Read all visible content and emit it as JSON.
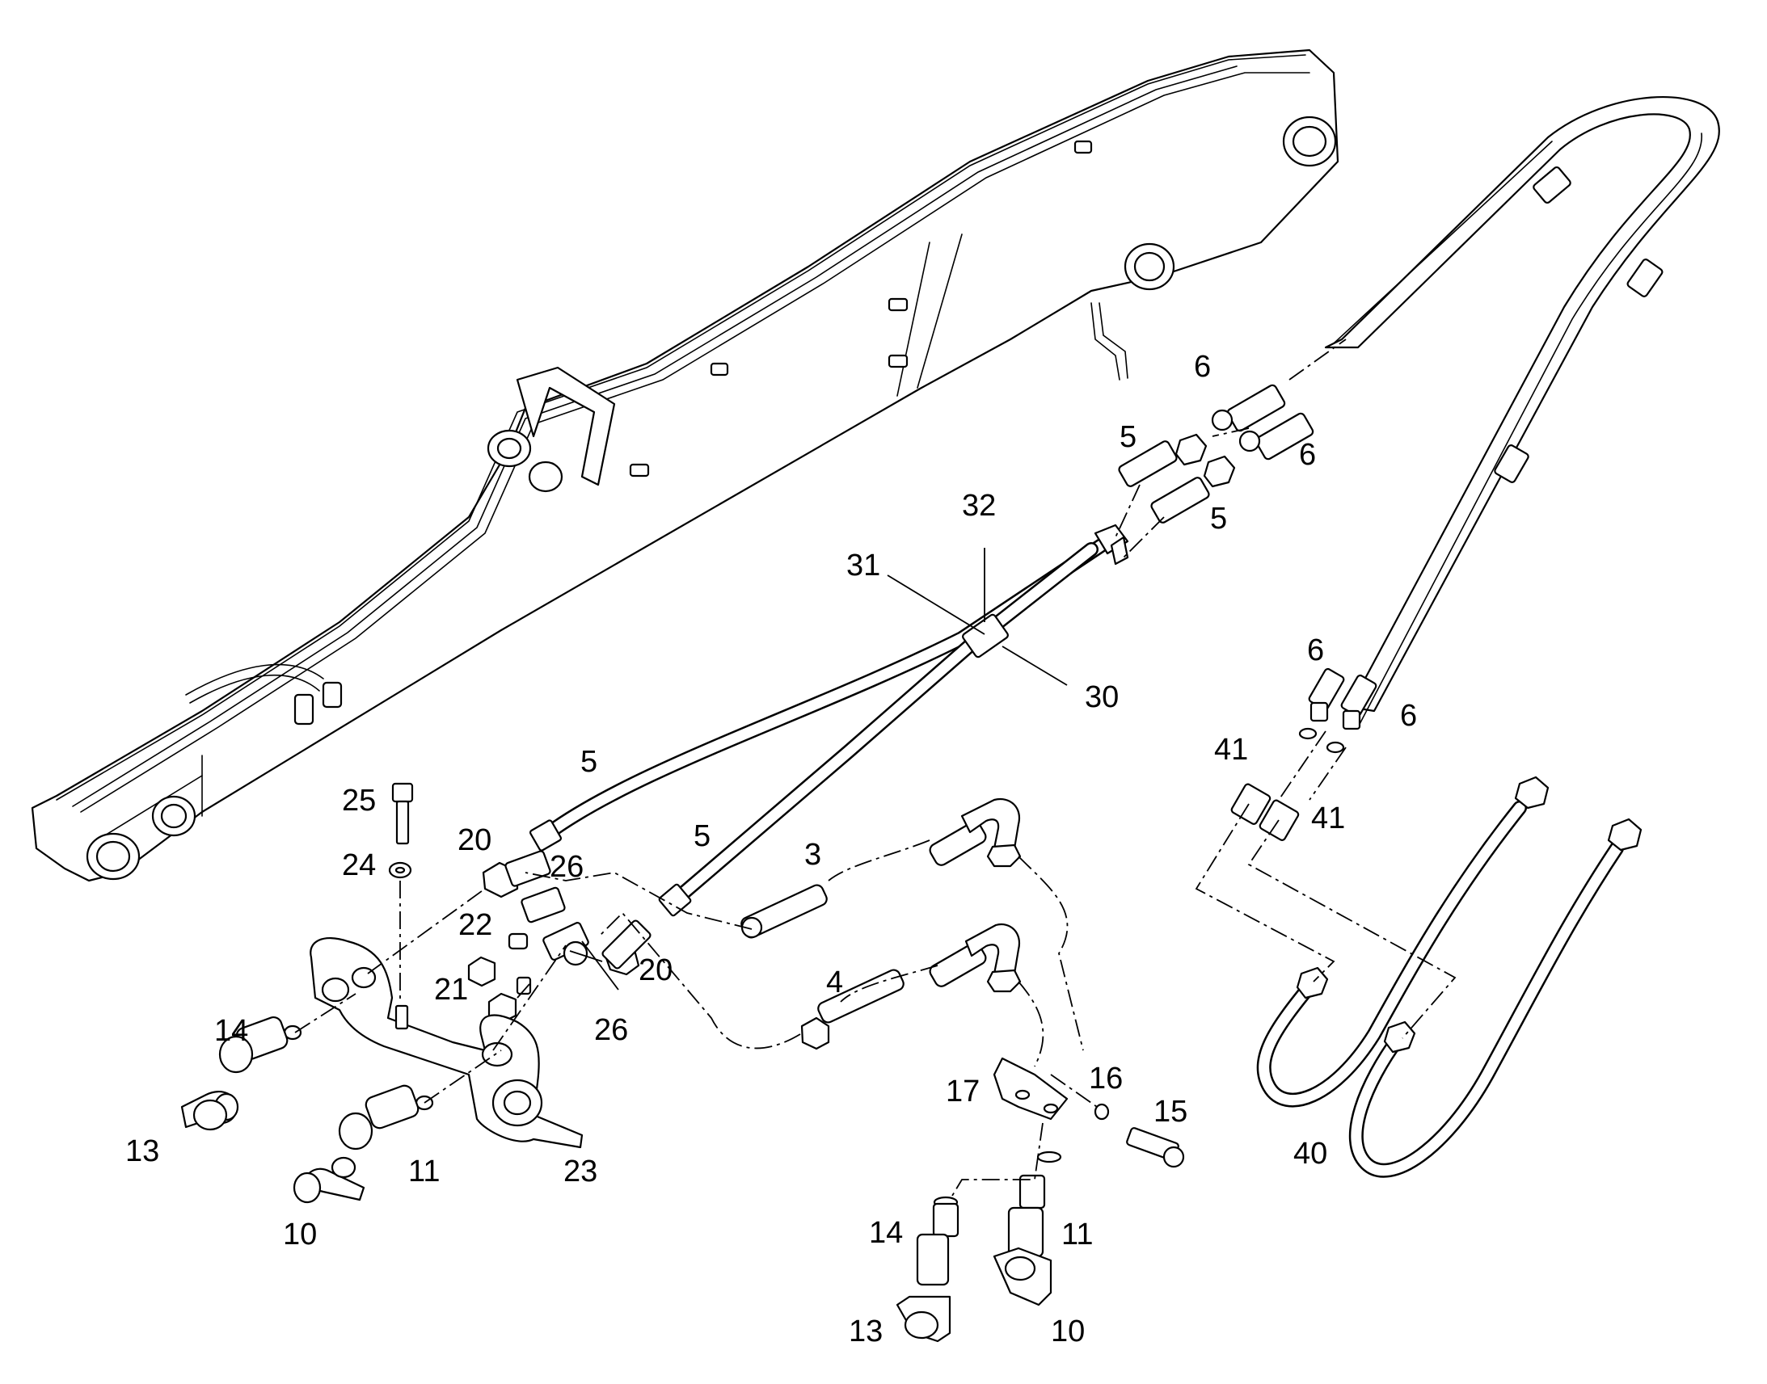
{
  "diagram": {
    "colors": {
      "ink": "#000000",
      "paper": "#ffffff"
    },
    "callouts": [
      {
        "id": "c6a",
        "text": "6"
      },
      {
        "id": "c6b",
        "text": "6"
      },
      {
        "id": "c5a",
        "text": "5"
      },
      {
        "id": "c5b",
        "text": "5"
      },
      {
        "id": "c32",
        "text": "32"
      },
      {
        "id": "c31",
        "text": "31"
      },
      {
        "id": "c30",
        "text": "30"
      },
      {
        "id": "c6c",
        "text": "6"
      },
      {
        "id": "c6d",
        "text": "6"
      },
      {
        "id": "c41a",
        "text": "41"
      },
      {
        "id": "c41b",
        "text": "41"
      },
      {
        "id": "c5c",
        "text": "5"
      },
      {
        "id": "c5d",
        "text": "5"
      },
      {
        "id": "c3",
        "text": "3"
      },
      {
        "id": "c4",
        "text": "4"
      },
      {
        "id": "c25",
        "text": "25"
      },
      {
        "id": "c20a",
        "text": "20"
      },
      {
        "id": "c24",
        "text": "24"
      },
      {
        "id": "c26a",
        "text": "26"
      },
      {
        "id": "c22",
        "text": "22"
      },
      {
        "id": "c21",
        "text": "21"
      },
      {
        "id": "c20b",
        "text": "20"
      },
      {
        "id": "c26b",
        "text": "26"
      },
      {
        "id": "c14a",
        "text": "14"
      },
      {
        "id": "c13a",
        "text": "13"
      },
      {
        "id": "c11a",
        "text": "11"
      },
      {
        "id": "c23",
        "text": "23"
      },
      {
        "id": "c10a",
        "text": "10"
      },
      {
        "id": "c17",
        "text": "17"
      },
      {
        "id": "c16",
        "text": "16"
      },
      {
        "id": "c15",
        "text": "15"
      },
      {
        "id": "c40",
        "text": "40"
      },
      {
        "id": "c14b",
        "text": "14"
      },
      {
        "id": "c11b",
        "text": "11"
      },
      {
        "id": "c13b",
        "text": "13"
      },
      {
        "id": "c10b",
        "text": "10"
      }
    ]
  }
}
